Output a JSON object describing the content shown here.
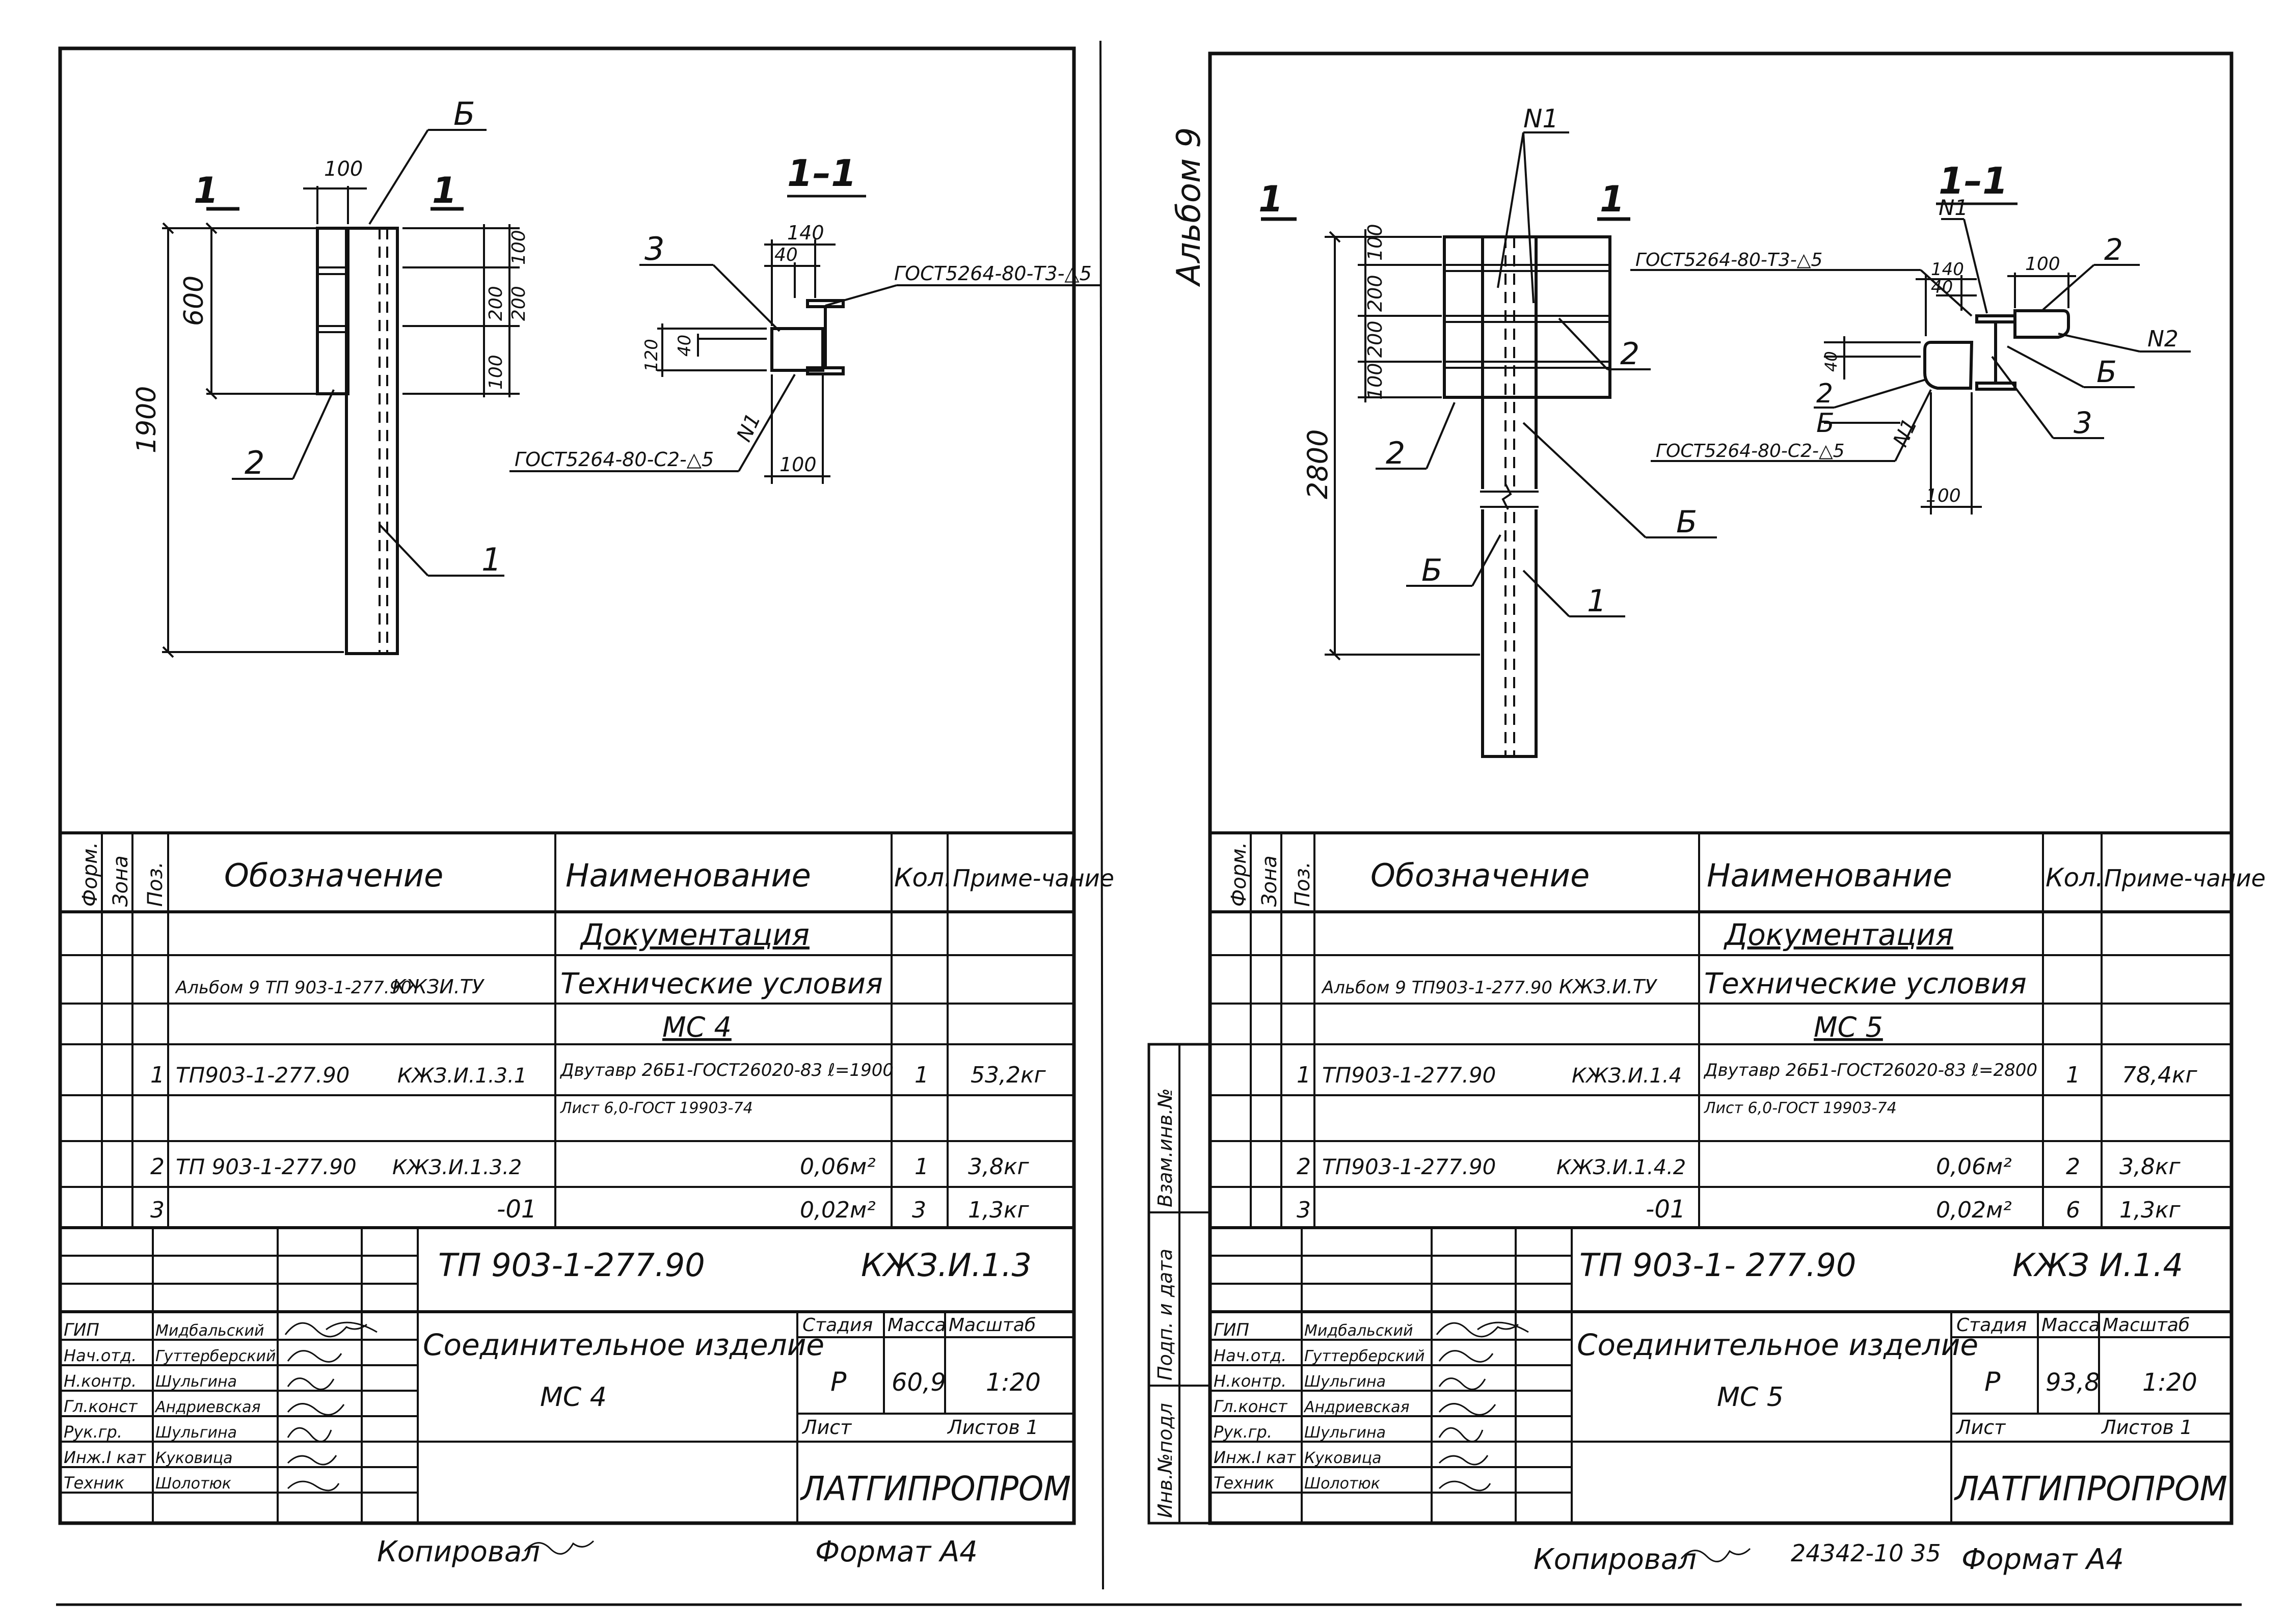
{
  "sheets": [
    {
      "detail": {
        "cut_label": "1",
        "section_label": "1–1",
        "dims": {
          "d100": "100",
          "d600": "600",
          "d1900": "1900",
          "s100": "100",
          "s200": "200",
          "s140": "140",
          "s40": "40",
          "s40b": "40",
          "s120": "120",
          "s100b": "100"
        },
        "marks": {
          "b": "Б",
          "p1": "1",
          "p2": "2",
          "p3": "3",
          "n1": "N1"
        },
        "weld_top": "ГОСТ5264-80-Т3-△5",
        "weld_bottom": "ГОСТ5264-80-С2-△5"
      },
      "table": {
        "headers": {
          "form": "Форм.",
          "zone": "Зона",
          "pos": "Поз.",
          "designation": "Обозначение",
          "name": "Наименование",
          "qty": "Кол.",
          "note": "Приме-чание"
        },
        "section_doc": "Документация",
        "doc_code": "Альбом 9 ТП 903-1-277.90",
        "doc_mark": "КЖЗИ.ТУ",
        "doc_name": "Технические условия",
        "item_title": "МС 4",
        "rows": [
          {
            "pos": "1",
            "code": "ТП903-1-277.90",
            "mark": "КЖЗ.И.1.3.1",
            "name": "Двутавр 26Б1-ГОСТ26020-83 ℓ=1900",
            "name2": "Лист 6,0-ГОСТ 19903-74",
            "qty": "1",
            "note": "53,2кг"
          },
          {
            "pos": "2",
            "code": "ТП 903-1-277.90",
            "mark": "КЖЗ.И.1.3.2",
            "name": "0,06м²",
            "qty": "1",
            "note": "3,8кг"
          },
          {
            "pos": "3",
            "code": "",
            "mark": "-01",
            "name": "0,02м²",
            "qty": "3",
            "note": "1,3кг"
          }
        ]
      },
      "stamp": {
        "code": "ТП 903-1-277.90",
        "mark": "КЖЗ.И.1.3",
        "title": "Соединительное изделие",
        "title2": "МС 4",
        "stage_label": "Стадия",
        "mass_label": "Масса",
        "scale_label": "Масштаб",
        "stage": "Р",
        "mass": "60,9",
        "scale": "1:20",
        "sheet_label": "Лист",
        "sheets_label": "Листов 1",
        "org": "ЛАТГИПРОПРОМ",
        "roles": [
          "ГИП",
          "Нач.отд.",
          "Н.контр.",
          "Гл.конст",
          "Рук.гр.",
          "Инж.I кат",
          "Техник"
        ],
        "names": [
          "Мидбальский",
          "Гуттерберский",
          "Шульгина",
          "Андриевская",
          "Шульгина",
          "Куковица",
          "Шолотюк"
        ]
      },
      "footer": {
        "copied": "Копировал",
        "format": "Формат А4"
      }
    },
    {
      "side_label": "Альбом 9",
      "detail": {
        "cut_label": "1",
        "section_label": "1–1",
        "dims": {
          "d2800": "2800",
          "s100a": "100",
          "s200a": "200",
          "s200b": "200",
          "s100b": "100",
          "s140": "140",
          "s40": "40",
          "s100c": "100",
          "s40v": "40",
          "s100d": "100"
        },
        "marks": {
          "n1": "N1",
          "n2": "N2",
          "b": "Б",
          "b2": "Б",
          "b3": "Б",
          "p1": "1",
          "p2": "2",
          "p2b": "2",
          "p2c": "2",
          "p3": "3",
          "b4": "Б"
        },
        "weld_top": "ГОСТ5264-80-Т3-△5",
        "weld_bottom": "ГОСТ5264-80-С2-△5"
      },
      "table": {
        "section_doc": "Документация",
        "doc_code": "Альбом 9 ТП903-1-277.90",
        "doc_mark": "КЖЗ.И.ТУ",
        "doc_name": "Технические условия",
        "item_title": "МС 5",
        "rows": [
          {
            "pos": "1",
            "code": "ТП903-1-277.90",
            "mark": "КЖЗ.И.1.4",
            "name": "Двутавр 26Б1-ГОСТ26020-83 ℓ=2800",
            "name2": "Лист 6,0-ГОСТ 19903-74",
            "qty": "1",
            "note": "78,4кг"
          },
          {
            "pos": "2",
            "code": "ТП903-1-277.90",
            "mark": "КЖЗ.И.1.4.2",
            "name": "0,06м²",
            "qty": "2",
            "note": "3,8кг"
          },
          {
            "pos": "3",
            "code": "",
            "mark": "-01",
            "name": "0,02м²",
            "qty": "6",
            "note": "1,3кг"
          }
        ]
      },
      "stamp": {
        "code": "ТП 903-1- 277.90",
        "mark": "КЖЗ И.1.4",
        "title": "Соединительное изделие",
        "title2": "МС 5",
        "stage_label": "Стадия",
        "mass_label": "Масса",
        "scale_label": "Масштаб",
        "stage": "Р",
        "mass": "93,8",
        "scale": "1:20",
        "sheet_label": "Лист",
        "sheets_label": "Листов 1",
        "org": "ЛАТГИПРОПРОМ",
        "roles": [
          "ГИП",
          "Нач.отд.",
          "Н.контр.",
          "Гл.конст",
          "Рук.гр.",
          "Инж.I кат",
          "Техник"
        ],
        "names": [
          "Мидбальский",
          "Гуттерберский",
          "Шульгина",
          "Андриевская",
          "Шульгина",
          "Куковица",
          "Шолотюк"
        ]
      },
      "side_stamp": {
        "inv": "Инв.№подл",
        "sign": "Подп. и дата",
        "vzam": "Взам.инв.№"
      },
      "footer": {
        "copied": "Копировал",
        "code": "24342-10 35",
        "format": "Формат А4"
      }
    }
  ]
}
